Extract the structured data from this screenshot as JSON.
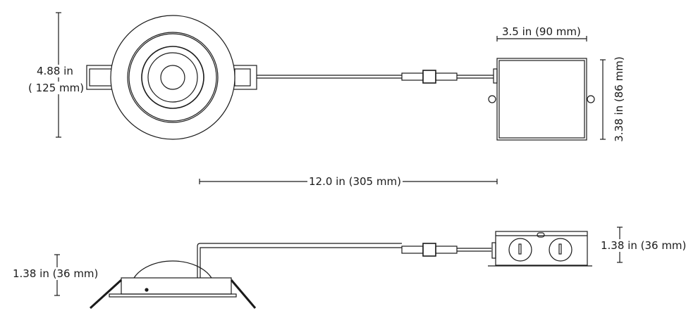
{
  "top_view": {
    "height_in": "4.88 in",
    "height_mm": "( 125 mm)",
    "box_width": "3.5 in  (90 mm)",
    "box_height": "3.38 in (86 mm)",
    "cable_length": "12.0 in (305 mm)"
  },
  "side_view": {
    "fixture_height": "1.38 in (36 mm)",
    "box_height": "1.38 in (36 mm)"
  },
  "colors": {
    "line": "#1a1a1a"
  }
}
